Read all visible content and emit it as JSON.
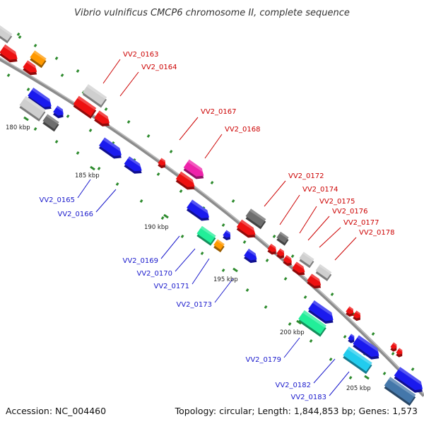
{
  "title": "Vibrio vulnificus CMCP6 chromosome II, complete sequence",
  "footer": {
    "accession": "Accession: NC_004460",
    "summary": "Topology: circular; Length: 1,844,853 bp; Genes: 1,573"
  },
  "colors": {
    "backbone": "#8c8c8c",
    "forward_label": "#cc0000",
    "reverse_label": "#1a1acc",
    "tick": "#2e8b2e",
    "red": "#ee1111",
    "blue": "#1a1aee",
    "grey": "#cfcfcf",
    "darkgrey": "#6e6e6e",
    "orange": "#ff9900",
    "magenta": "#ee22aa",
    "green": "#22ee99",
    "cyan": "#22ccee",
    "steel": "#4477aa"
  },
  "kbp_ticks": [
    {
      "label": "180 kbp"
    },
    {
      "label": "185 kbp"
    },
    {
      "label": "190 kbp"
    },
    {
      "label": "195 kbp"
    },
    {
      "label": "200 kbp"
    },
    {
      "label": "205 kbp"
    }
  ],
  "forward_labels": [
    "VV2_0163",
    "VV2_0164",
    "VV2_0167",
    "VV2_0168",
    "VV2_0172",
    "VV2_0174",
    "VV2_0175",
    "VV2_0176",
    "VV2_0177",
    "VV2_0178"
  ],
  "reverse_labels": [
    "VV2_0165",
    "VV2_0166",
    "VV2_0169",
    "VV2_0170",
    "VV2_0171",
    "VV2_0173",
    "VV2_0179",
    "VV2_0182",
    "VV2_0183"
  ]
}
